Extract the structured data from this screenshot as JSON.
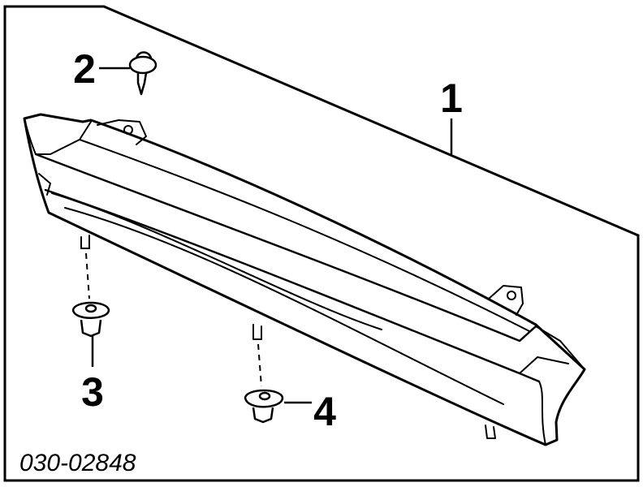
{
  "diagram": {
    "callouts": {
      "c1": "1",
      "c2": "2",
      "c3": "3",
      "c4": "4"
    },
    "reference_number": "030-02848",
    "colors": {
      "line": "#000000",
      "background": "#ffffff"
    }
  }
}
